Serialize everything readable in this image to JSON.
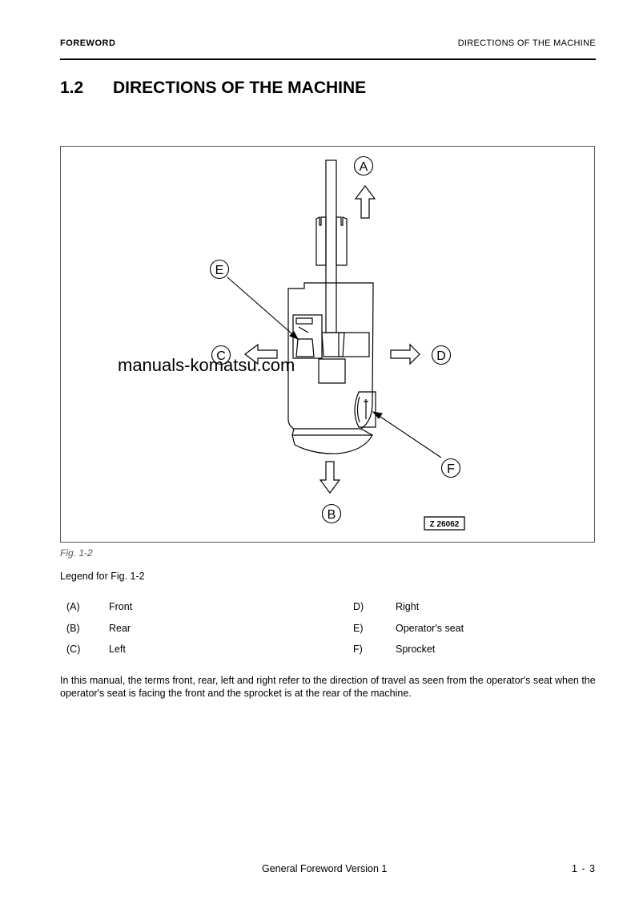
{
  "header": {
    "left": "FOREWORD",
    "right": "DIRECTIONS OF THE MACHINE"
  },
  "section": {
    "number": "1.2",
    "title": "DIRECTIONS OF THE MACHINE"
  },
  "figure": {
    "labels": {
      "a": "A",
      "b": "B",
      "c": "C",
      "d": "D",
      "e": "E",
      "f": "F"
    },
    "code": "Z 26062",
    "watermark": "manuals-komatsu.com",
    "caption": "Fig. 1-2"
  },
  "legend": {
    "title": "Legend for Fig. 1-2",
    "items": [
      {
        "key": "(A)",
        "label": "Front"
      },
      {
        "key": "(B)",
        "label": "Rear"
      },
      {
        "key": "(C)",
        "label": "Left"
      },
      {
        "key": "D)",
        "label": "Right"
      },
      {
        "key": "E)",
        "label": "Operator's seat"
      },
      {
        "key": "F)",
        "label": "Sprocket"
      }
    ]
  },
  "body": "In this manual, the terms front, rear, left and right refer to the direction of travel as seen from the operator's seat when the operator's seat is facing the front and the sprocket is at the rear of the machine.",
  "footer": {
    "center": "General Foreword Version 1",
    "page": "1 - 3"
  }
}
